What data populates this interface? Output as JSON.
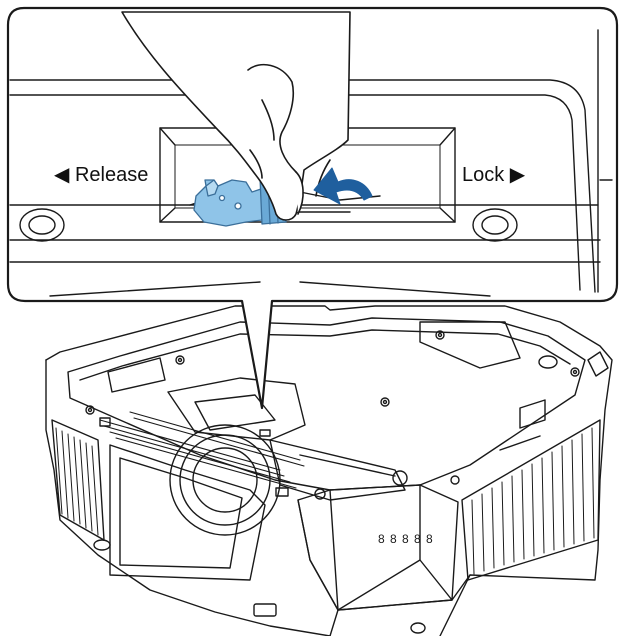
{
  "callout": {
    "release_label": "◀ Release",
    "lock_label": "Lock ▶"
  },
  "projector": {
    "port_marks": "8 8 8 8 8"
  },
  "colors": {
    "lever": "#8fc4e8",
    "lever_stroke": "#3b6f9a",
    "arrow": "#1f5f9e",
    "line": "#1a1a1a"
  }
}
